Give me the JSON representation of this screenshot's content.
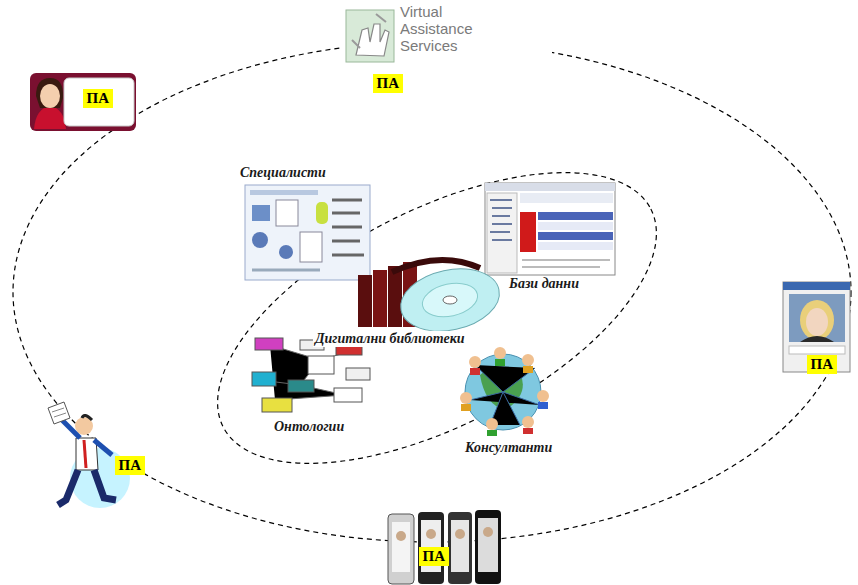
{
  "diagram": {
    "nodes": [
      {
        "text": [
          "ПА"
        ]
      },
      {
        "text": [
          "ПА"
        ]
      },
      {
        "text": [
          "ПА"
        ]
      },
      {
        "text": [
          "ПА"
        ]
      },
      {
        "text": [
          "ПА"
        ]
      }
    ],
    "labels": [
      "Virtual Assistance Services",
      "Специалисти",
      "Бази данни",
      "Дигитални библиотеки",
      "Онтологии",
      "Консултанти"
    ]
  }
}
